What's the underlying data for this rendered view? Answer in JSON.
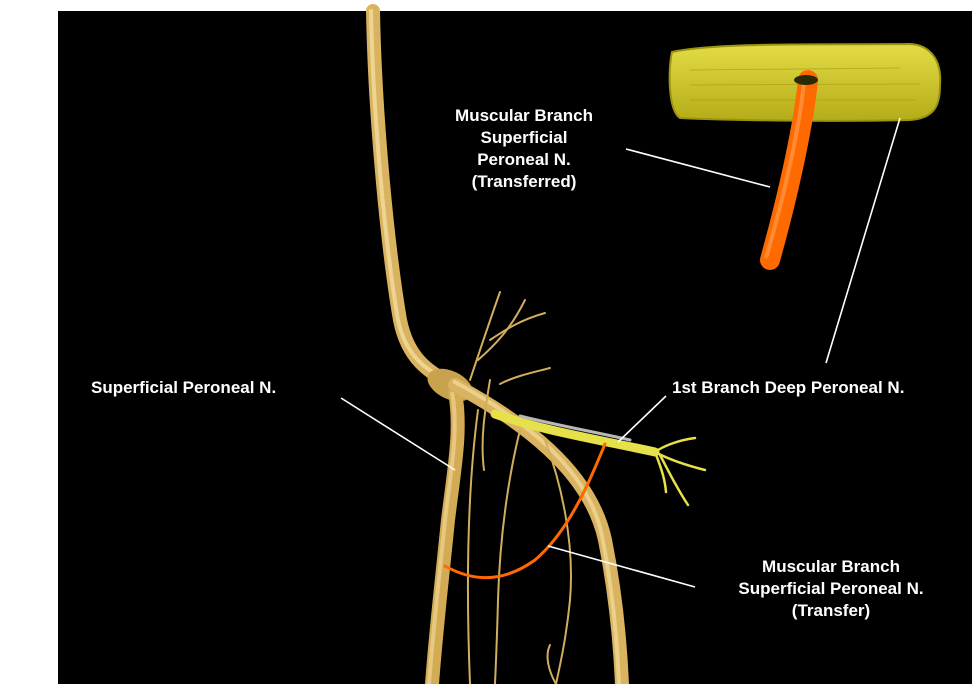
{
  "labels": {
    "transferred": [
      "Muscular Branch",
      "Superficial",
      "Peroneal N.",
      "(Transferred)"
    ],
    "superficial": [
      "Superficial Peroneal N."
    ],
    "deep_branch": [
      "1st Branch Deep Peroneal N."
    ],
    "transfer": [
      "Muscular Branch",
      "Superficial Peroneal N.",
      "(Transfer)"
    ]
  },
  "colors": {
    "background": "#000000",
    "nerve": "#d9b35f",
    "nerve_dark": "#8a6a2a",
    "transfer_branch": "#ff6a00",
    "muscle": "#cfc72a",
    "deep_branch": "#e6e04a",
    "leader_line": "#ffffff"
  }
}
